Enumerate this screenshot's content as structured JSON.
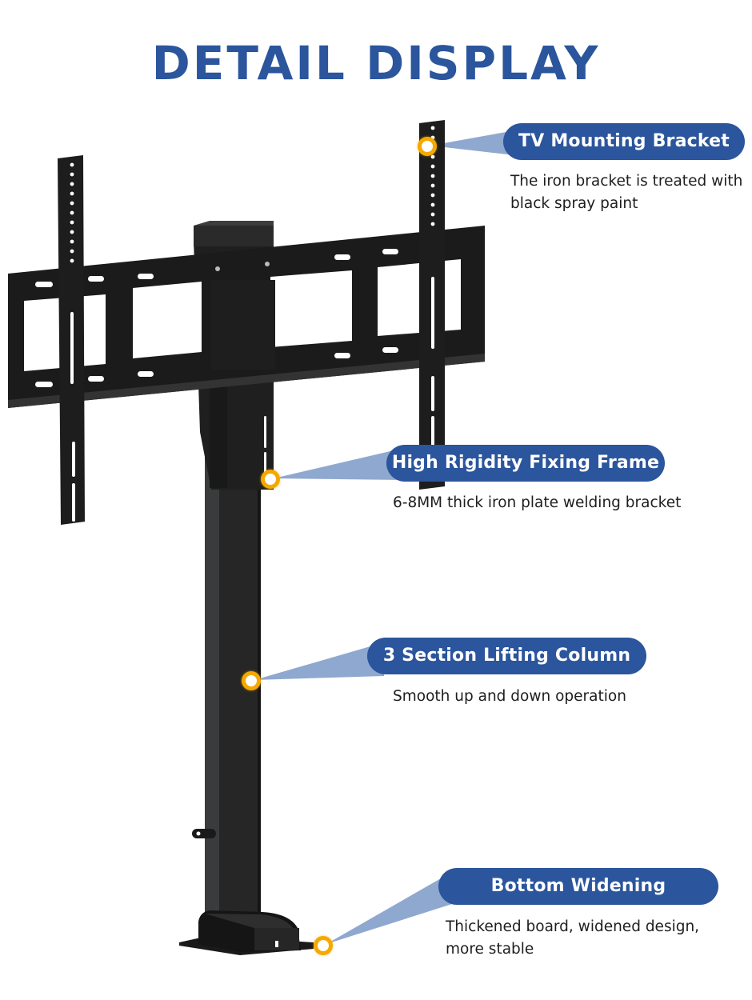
{
  "header": {
    "title": "DETAIL DISPLAY"
  },
  "colors": {
    "brand_blue": "#2b559c",
    "wedge_blue": "#8fa8cf",
    "dot_orange": "#f6a800",
    "product_black": "#1c1c1c"
  },
  "callouts": [
    {
      "id": "tv-mounting-bracket",
      "label": "TV Mounting Bracket",
      "description": "The iron bracket is treated with black spray paint"
    },
    {
      "id": "high-rigidity-fixing-frame",
      "label": "High Rigidity Fixing Frame",
      "description": "6-8MM thick iron plate welding bracket"
    },
    {
      "id": "lifting-column",
      "label": "3 Section Lifting Column",
      "description": "Smooth up and down operation"
    },
    {
      "id": "bottom-widening",
      "label": "Bottom Widening",
      "description": "Thickened board, widened design, more stable"
    }
  ],
  "product": {
    "icon": "motorized-tv-lift-stand"
  }
}
